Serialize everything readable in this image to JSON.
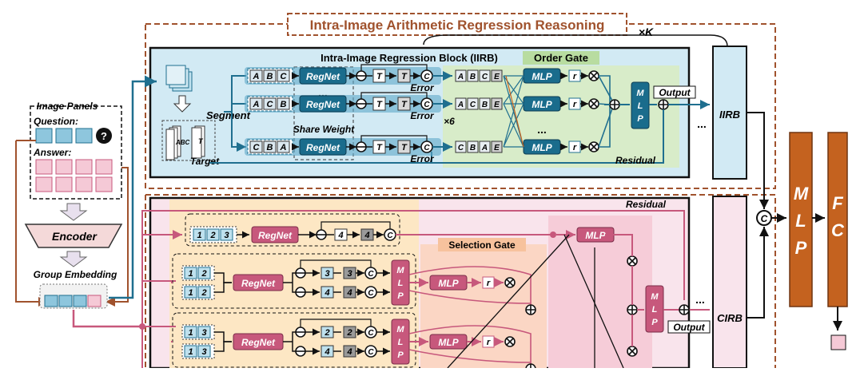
{
  "title": "Intra-Image Arithmetic Regression Reasoning",
  "repeat_label": "×K",
  "image_panels": {
    "title": "Image Panels",
    "question_label": "Question:",
    "answer_label": "Answer:",
    "question_mark": "?"
  },
  "encoder": "Encoder",
  "group_embedding": "Group Embedding",
  "iirb": {
    "title": "Intra-Image Regression Block (IIRB)",
    "order_gate": "Order Gate",
    "segment": "Segment",
    "target": "Target",
    "stack_label": "ABC",
    "t_label": "T",
    "share_weight": "Share Weight",
    "times6": "×6",
    "rows": [
      {
        "letters": [
          "A",
          "B",
          "C"
        ],
        "net": "RegNet",
        "t": "T",
        "error": "Error",
        "seq": [
          "A",
          "B",
          "C",
          "E"
        ],
        "mlp": "MLP",
        "r": "r"
      },
      {
        "letters": [
          "A",
          "C",
          "B"
        ],
        "net": "RegNet",
        "t": "T",
        "error": "Error",
        "seq": [
          "A",
          "C",
          "B",
          "E"
        ],
        "mlp": "MLP",
        "r": "r"
      },
      {
        "letters": [
          "C",
          "B",
          "A"
        ],
        "net": "RegNet",
        "t": "T",
        "error": "Error",
        "seq": [
          "C",
          "B",
          "A",
          "E"
        ],
        "mlp": "MLP",
        "r": "r"
      }
    ],
    "ellipsis": "...",
    "ellipsis_mlp": "...",
    "final_mlp": "MLP",
    "output": "Output",
    "residual": "Residual",
    "side": "IIRB",
    "side_dots": "..."
  },
  "cirb": {
    "residual": "Residual",
    "top_row": {
      "nums": [
        "1",
        "2",
        "3"
      ],
      "net": "RegNet",
      "target": "4",
      "gray": "4",
      "mlp": "MLP"
    },
    "selection_gate": "Selection Gate",
    "groups": [
      {
        "rows": [
          [
            "1",
            "2"
          ],
          [
            "1",
            "2"
          ]
        ],
        "net": "RegNet",
        "targets": [
          "3",
          "4"
        ],
        "grays": [
          "3",
          "4"
        ],
        "mlp_v": "MLP",
        "mlp": "MLP",
        "r": "r"
      },
      {
        "rows": [
          [
            "1",
            "3"
          ],
          [
            "1",
            "3"
          ]
        ],
        "net": "RegNet",
        "targets": [
          "2",
          "4"
        ],
        "grays": [
          "2",
          "4"
        ],
        "mlp_v": "MLP",
        "mlp": "MLP",
        "r": "r"
      }
    ],
    "final_mlp": "MLP",
    "output": "Output",
    "side": "CIRB",
    "side_dots": "..."
  },
  "concat": "C",
  "big_mlp": "MLP",
  "big_fc": "FC",
  "colors": {
    "blue_dark": "#1f6f8f",
    "blue_fill": "#d2eaf4",
    "teal_box": "#1a6c8c",
    "green": "#d8ecc9",
    "pink": "#c7587c",
    "pink_fill": "#f9e4ec",
    "orange_fill": "#fbe3cf",
    "peach": "#fde7c4",
    "brown": "#a0522d",
    "orange_box": "#c4621f"
  }
}
